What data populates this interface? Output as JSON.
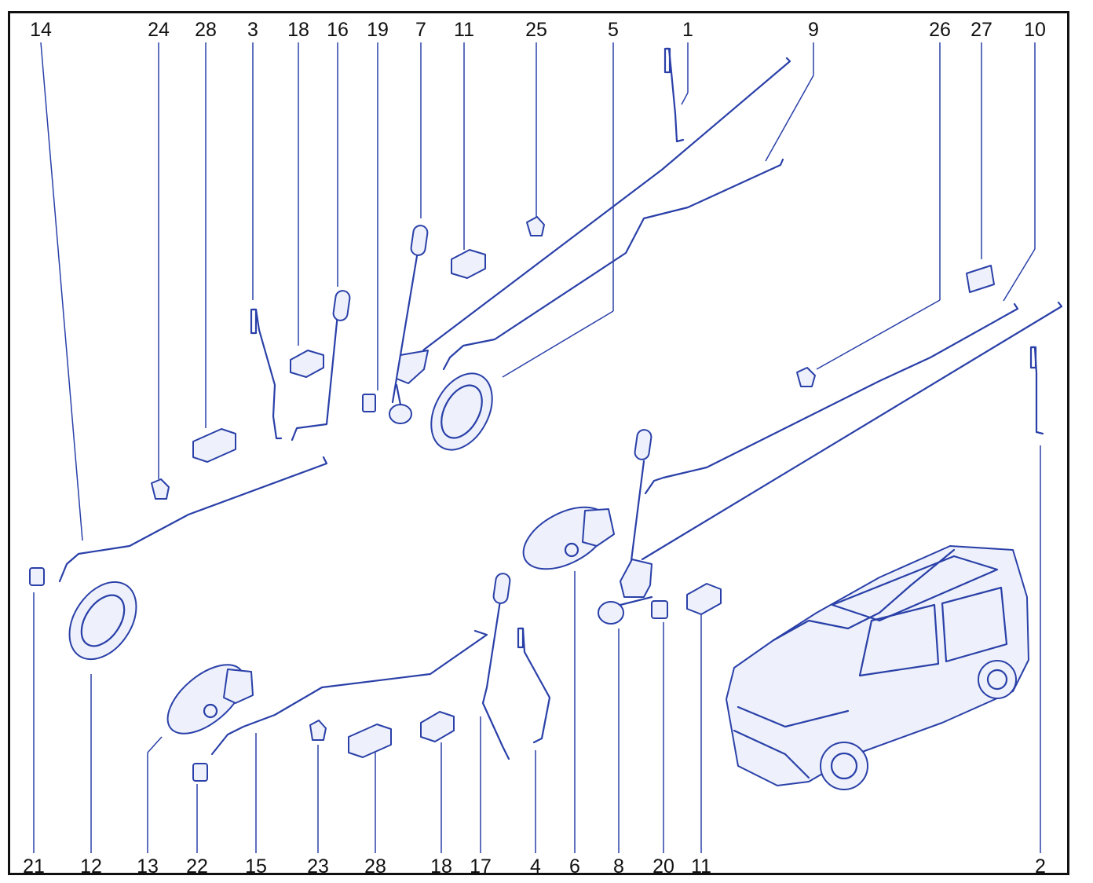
{
  "top_labels": [
    "14",
    "24",
    "28",
    "3",
    "18",
    "16",
    "19",
    "7",
    "11",
    "25",
    "5",
    "1",
    "9",
    "26",
    "27",
    "10"
  ],
  "bottom_labels": [
    "21",
    "12",
    "13",
    "22",
    "15",
    "23",
    "28",
    "18",
    "17",
    "4",
    "6",
    "8",
    "20",
    "11",
    "2"
  ],
  "colors": {
    "line": "#2a40a8",
    "frame": "#111111"
  }
}
